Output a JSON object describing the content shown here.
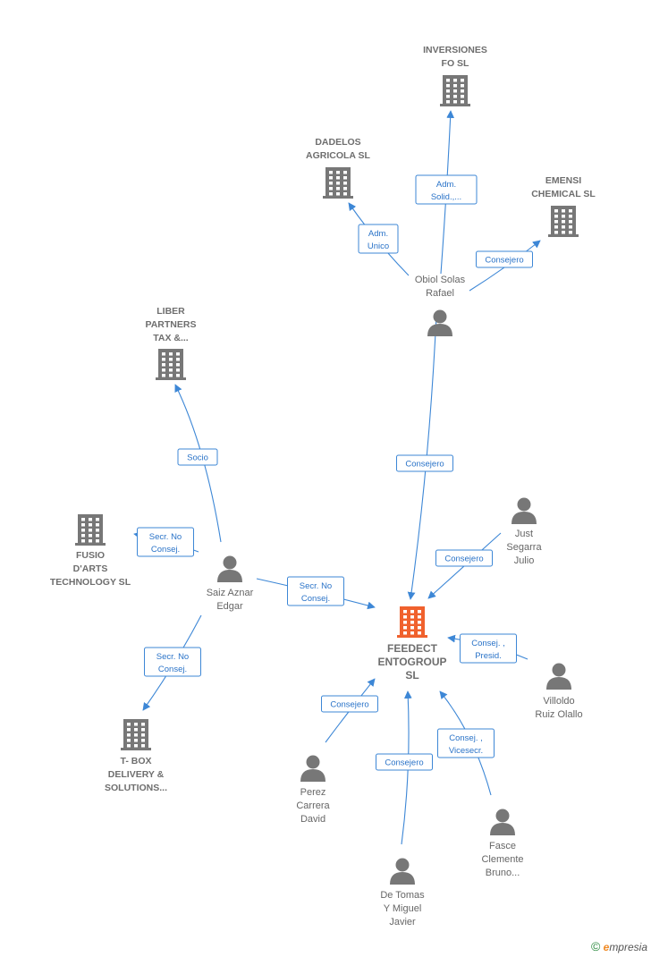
{
  "colors": {
    "edge": "#3d87d6",
    "company": "#777777",
    "center": "#f0612d",
    "person": "#777777"
  },
  "nodes": [
    {
      "id": "inversiones",
      "kind": "company",
      "lines": [
        "INVERSIONES",
        "FO SL"
      ]
    },
    {
      "id": "dadelos",
      "kind": "company",
      "lines": [
        "DADELOS",
        "AGRICOLA SL"
      ]
    },
    {
      "id": "emensi",
      "kind": "company",
      "lines": [
        "EMENSI",
        "CHEMICAL  SL"
      ]
    },
    {
      "id": "obiol",
      "kind": "person",
      "lines": [
        "Obiol Solas",
        "Rafael"
      ]
    },
    {
      "id": "liber",
      "kind": "company",
      "lines": [
        "LIBER",
        "PARTNERS",
        "TAX &..."
      ]
    },
    {
      "id": "fusio",
      "kind": "company",
      "lines": [
        "FUSIO",
        "D'ARTS",
        "TECHNOLOGY SL"
      ]
    },
    {
      "id": "saiz",
      "kind": "person",
      "lines": [
        "Saiz Aznar",
        "Edgar"
      ]
    },
    {
      "id": "just",
      "kind": "person",
      "lines": [
        "Just",
        "Segarra",
        "Julio"
      ]
    },
    {
      "id": "feedect",
      "kind": "center",
      "lines": [
        "FEEDECT",
        "ENTOGROUP",
        "SL"
      ]
    },
    {
      "id": "villoldo",
      "kind": "person",
      "lines": [
        "Villoldo",
        "Ruiz Olallo"
      ]
    },
    {
      "id": "tbox",
      "kind": "company",
      "lines": [
        "T- BOX",
        "DELIVERY &",
        "SOLUTIONS..."
      ]
    },
    {
      "id": "perez",
      "kind": "person",
      "lines": [
        "Perez",
        "Carrera",
        "David"
      ]
    },
    {
      "id": "fasce",
      "kind": "person",
      "lines": [
        "Fasce",
        "Clemente",
        "Bruno..."
      ]
    },
    {
      "id": "detomas",
      "kind": "person",
      "lines": [
        "De Tomas",
        "Y Miguel",
        "Javier"
      ]
    }
  ],
  "edges": [
    {
      "id": "e1",
      "from": "obiol",
      "to": "inversiones",
      "label": [
        "Adm.",
        "Solid.,..."
      ]
    },
    {
      "id": "e2",
      "from": "obiol",
      "to": "dadelos",
      "label": [
        "Adm.",
        "Unico"
      ]
    },
    {
      "id": "e3",
      "from": "obiol",
      "to": "emensi",
      "label": [
        "Consejero"
      ]
    },
    {
      "id": "e4",
      "from": "obiol",
      "to": "feedect",
      "label": [
        "Consejero"
      ]
    },
    {
      "id": "e5",
      "from": "saiz",
      "to": "liber",
      "label": [
        "Socio"
      ]
    },
    {
      "id": "e6",
      "from": "saiz",
      "to": "fusio",
      "label": [
        "Secr.  No",
        "Consej."
      ]
    },
    {
      "id": "e7",
      "from": "saiz",
      "to": "feedect",
      "label": [
        "Secr.  No",
        "Consej."
      ]
    },
    {
      "id": "e8",
      "from": "saiz",
      "to": "tbox",
      "label": [
        "Secr.  No",
        "Consej."
      ]
    },
    {
      "id": "e9",
      "from": "just",
      "to": "feedect",
      "label": [
        "Consejero"
      ]
    },
    {
      "id": "e10",
      "from": "villoldo",
      "to": "feedect",
      "label": [
        "Consej. ,",
        "Presid."
      ]
    },
    {
      "id": "e11",
      "from": "perez",
      "to": "feedect",
      "label": [
        "Consejero"
      ]
    },
    {
      "id": "e12",
      "from": "fasce",
      "to": "feedect",
      "label": [
        "Consej. ,",
        "Vicesecr."
      ]
    },
    {
      "id": "e13",
      "from": "detomas",
      "to": "feedect",
      "label": [
        "Consejero"
      ]
    }
  ],
  "footer": {
    "copyright": "©",
    "brand_initial": "e",
    "brand_rest": "mpresia"
  }
}
